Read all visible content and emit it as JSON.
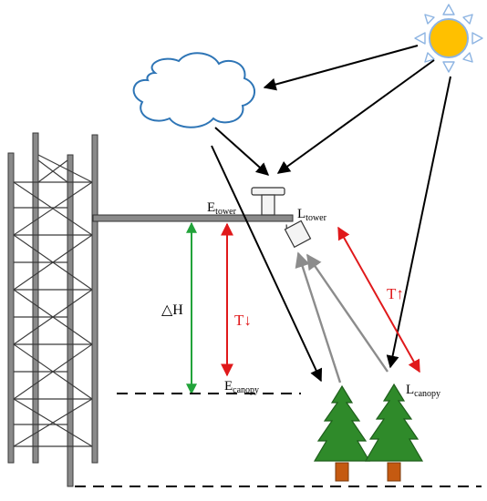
{
  "labels": {
    "e_tower": {
      "main": "E",
      "sub": "tower"
    },
    "l_tower": {
      "main": "L",
      "sub": "tower"
    },
    "e_canopy": {
      "main": "E",
      "sub": "canopy"
    },
    "l_canopy": {
      "main": "L",
      "sub": "canopy"
    },
    "delta_h": "△H",
    "t_down": "T↓",
    "t_up": "T↑"
  },
  "colors": {
    "height_arrow": "#22a33a",
    "transmittance_arrow": "#e0191b",
    "reflected_ray": "#8c8c8c",
    "sun_fill": "#ffc000",
    "sun_ray": "#8db4e2",
    "cloud_stroke": "#2e75b6",
    "tree_green": "#2f8a2a",
    "trunk": "#c55a11"
  },
  "icons": [
    "sun-icon",
    "cloud-icon",
    "tower-icon",
    "downward-sensor-icon",
    "upward-sensor-icon",
    "tree-icon"
  ]
}
